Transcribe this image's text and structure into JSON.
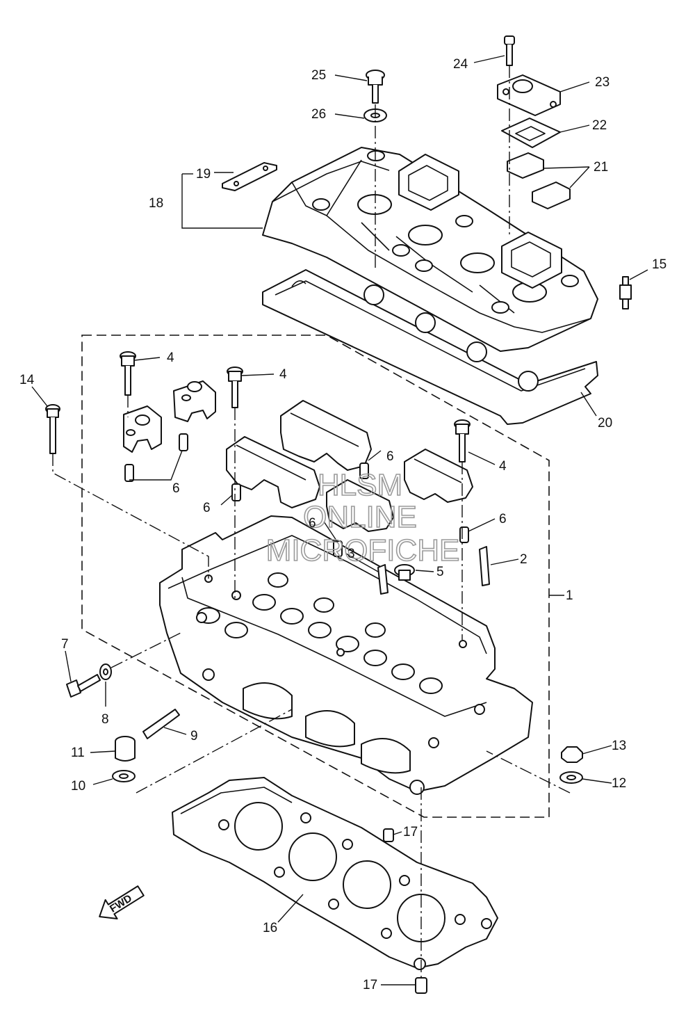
{
  "diagram": {
    "callouts": {
      "c1": "1",
      "c2": "2",
      "c3": "3",
      "c4a": "4",
      "c4b": "4",
      "c4c": "4",
      "c5": "5",
      "c6a": "6",
      "c6b": "6",
      "c6c": "6",
      "c6d": "6",
      "c6e": "6",
      "c7": "7",
      "c8": "8",
      "c9": "9",
      "c10": "10",
      "c11": "11",
      "c12": "12",
      "c13": "13",
      "c14": "14",
      "c15": "15",
      "c16": "16",
      "c17a": "17",
      "c17b": "17",
      "c18": "18",
      "c19": "19",
      "c20": "20",
      "c21": "21",
      "c22": "22",
      "c23": "23",
      "c24": "24",
      "c25": "25",
      "c26": "26"
    },
    "direction_arrow": "FWD",
    "watermark": [
      "HLSM",
      "ONLINE",
      "MICROFICHE"
    ]
  }
}
